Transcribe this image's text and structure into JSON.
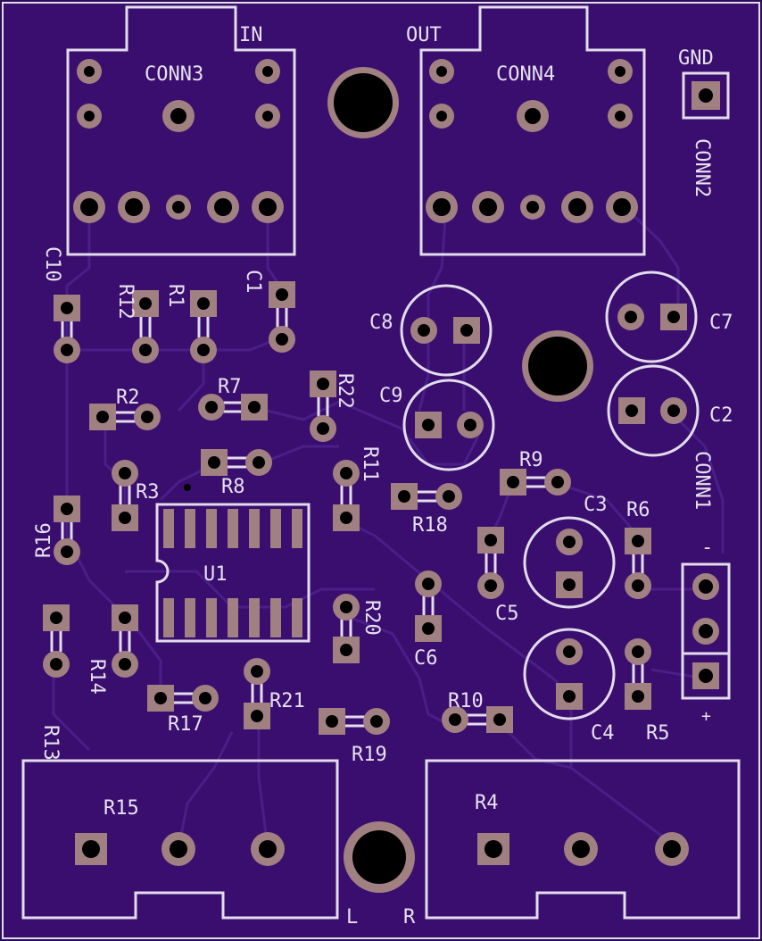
{
  "board": {
    "background": "#3a0e6e",
    "substrate": "#2c0b58",
    "trace": "#4a1e88",
    "silkscreen": "#e2dcec",
    "pad": "#a08080",
    "hole": "#000000"
  },
  "labels": {
    "in": "IN",
    "out": "OUT",
    "gnd": "GND",
    "conn3": "CONN3",
    "conn4": "CONN4",
    "conn2": "CONN2",
    "conn1": "CONN1",
    "conn1_minus": "-",
    "conn1_plus": "+",
    "c1": "C1",
    "c2": "C2",
    "c3": "C3",
    "c4": "C4",
    "c5": "C5",
    "c6": "C6",
    "c7": "C7",
    "c8": "C8",
    "c9": "C9",
    "c10": "C10",
    "r1": "R1",
    "r2": "R2",
    "r3": "R3",
    "r4": "R4",
    "r5": "R5",
    "r6": "R6",
    "r7": "R7",
    "r8": "R8",
    "r9": "R9",
    "r10": "R10",
    "r11": "R11",
    "r12": "R12",
    "r13": "R13",
    "r14": "R14",
    "r15": "R15",
    "r16": "R16",
    "r17": "R17",
    "r18": "R18",
    "r19": "R19",
    "r20": "R20",
    "r21": "R21",
    "r22": "R22",
    "u1": "U1",
    "left": "L",
    "right": "R"
  }
}
